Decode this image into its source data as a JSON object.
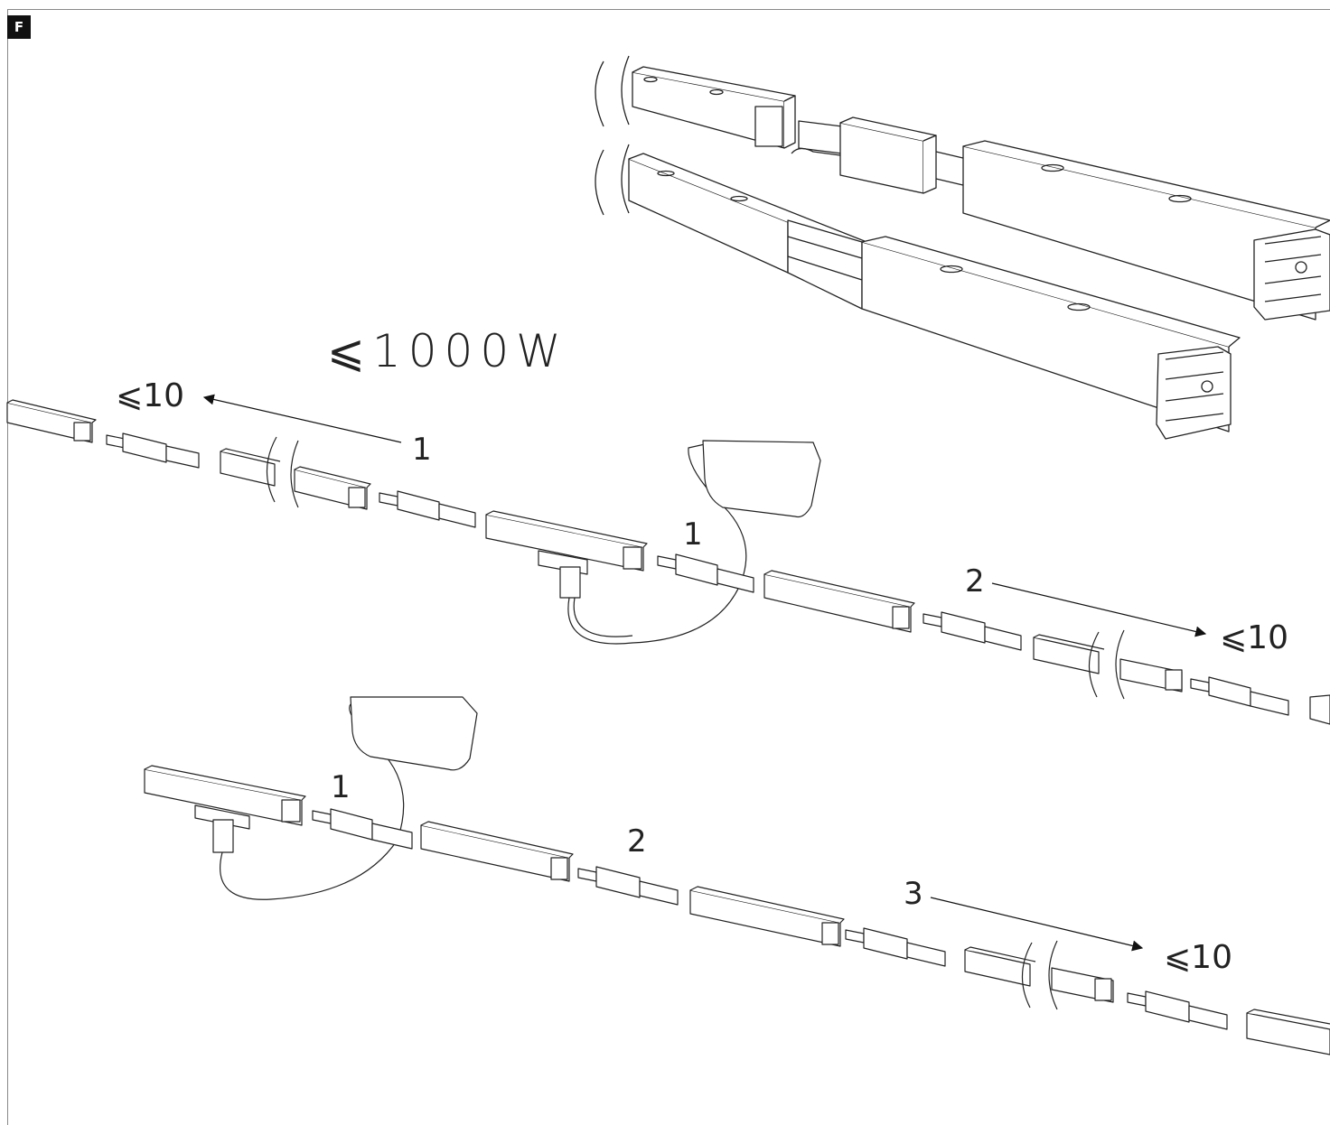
{
  "figure_label": "F",
  "max_power": "⩽1000W",
  "row1": {
    "left_limit": "⩽10",
    "left_count": "1",
    "feed_number": "1",
    "right_count": "2",
    "right_limit": "⩽10"
  },
  "row2": {
    "feed_number": "1",
    "count_2": "2",
    "count_3": "3",
    "right_limit": "⩽10"
  }
}
